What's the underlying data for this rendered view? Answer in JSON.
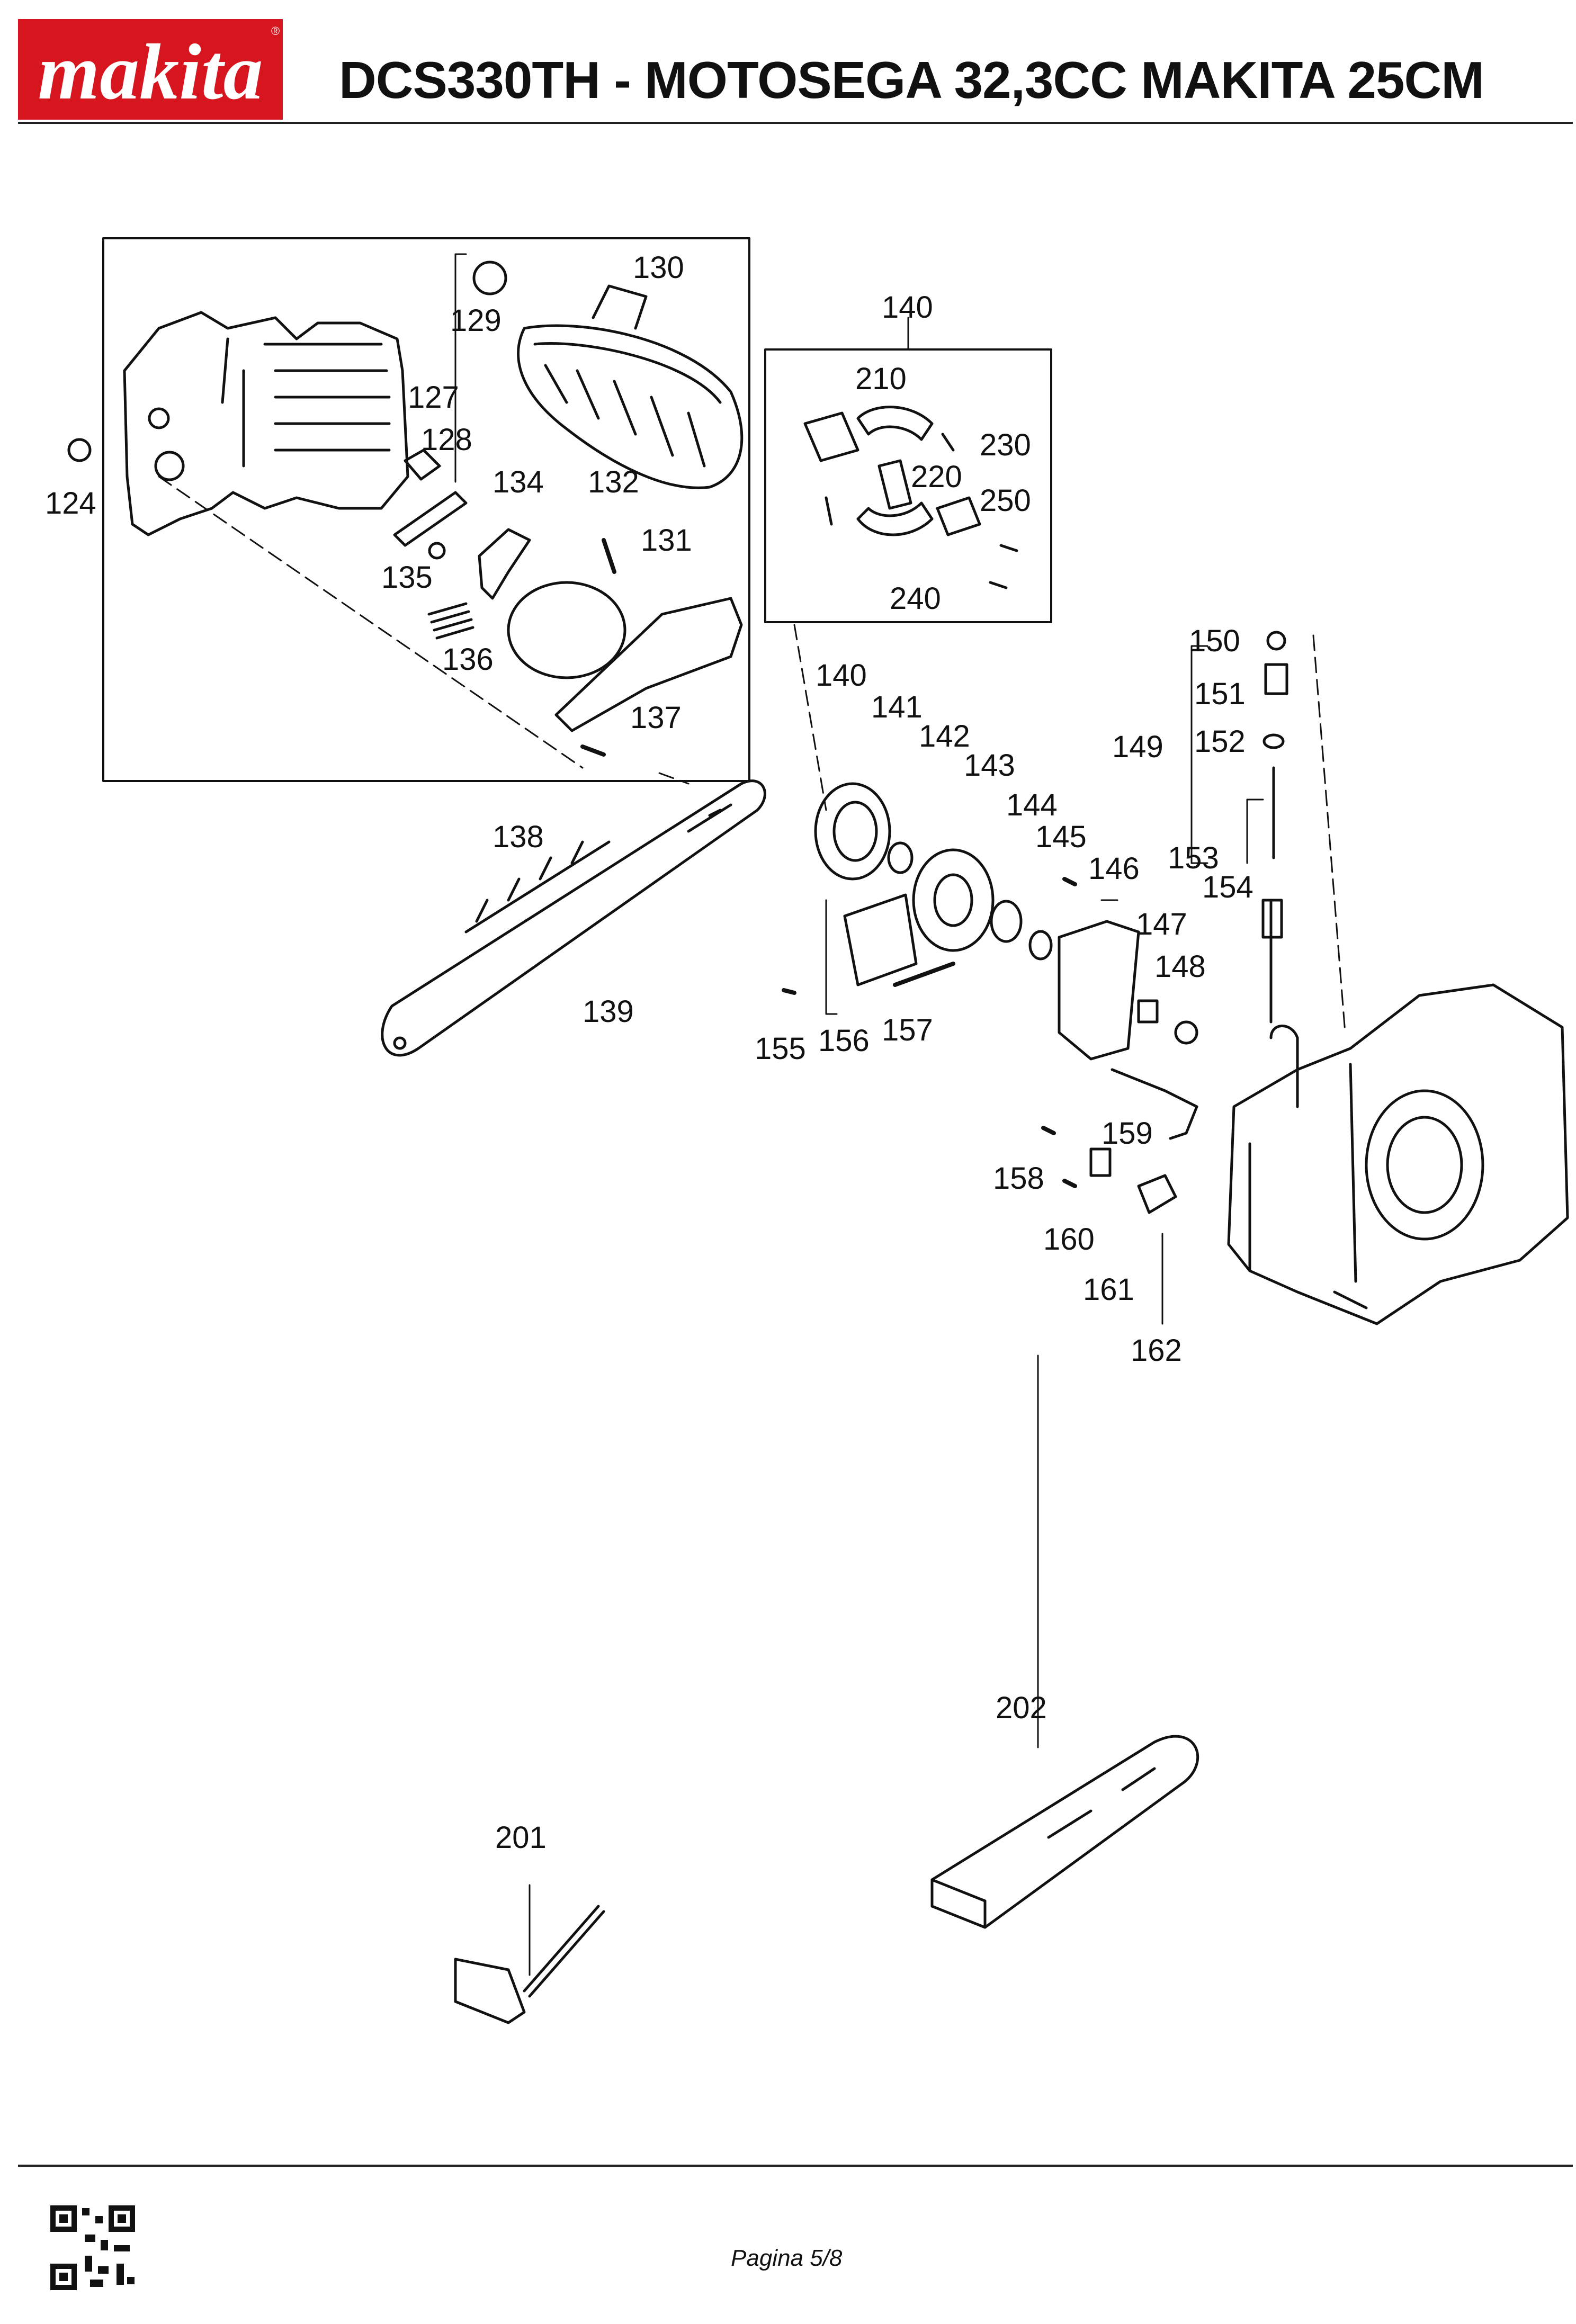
{
  "header": {
    "brand": "makita",
    "title": "DCS330TH - MOTOSEGA 32,3CC MAKITA 25CM",
    "brand_color": "#d7151f"
  },
  "diagram": {
    "part_numbers": [
      "124",
      "127",
      "128",
      "129",
      "130",
      "131",
      "132",
      "134",
      "135",
      "136",
      "137",
      "138",
      "139",
      "140",
      "141",
      "142",
      "143",
      "144",
      "145",
      "146",
      "147",
      "148",
      "149",
      "150",
      "151",
      "152",
      "153",
      "154",
      "155",
      "156",
      "157",
      "158",
      "159",
      "160",
      "161",
      "162",
      "201",
      "202",
      "210",
      "220",
      "230",
      "240",
      "250"
    ],
    "inset_label": "140"
  },
  "footer": {
    "page": "Pagina 5/8",
    "qr_icon": "qr-code-icon"
  }
}
